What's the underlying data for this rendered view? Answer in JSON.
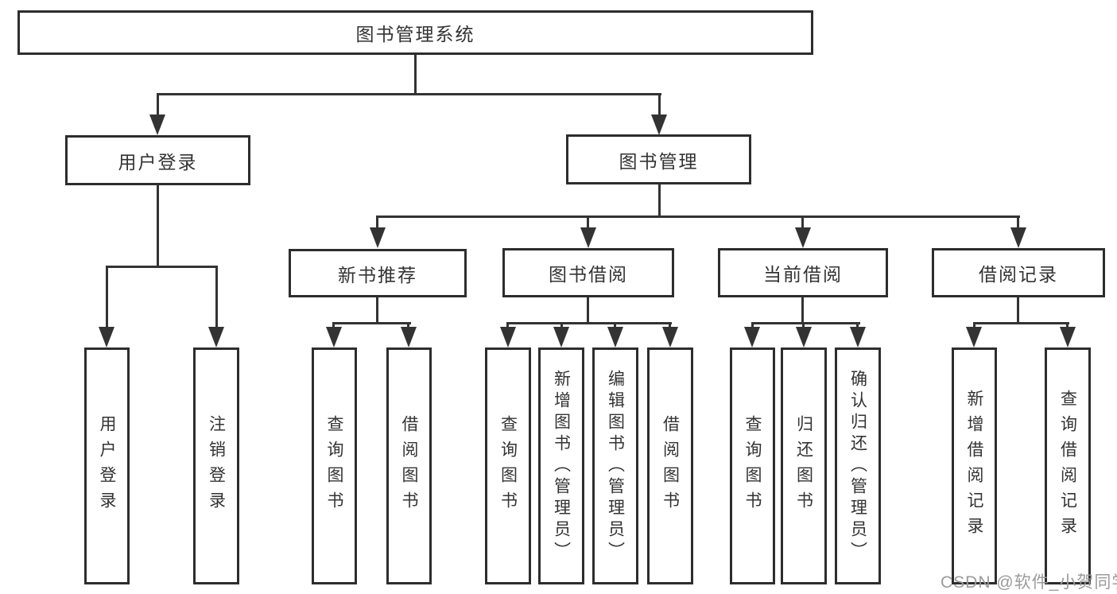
{
  "diagram": {
    "type": "tree",
    "title": "图书管理系统",
    "level2": [
      {
        "label": "用户登录"
      },
      {
        "label": "图书管理"
      }
    ],
    "level3": [
      {
        "label": "新书推荐"
      },
      {
        "label": "图书借阅"
      },
      {
        "label": "当前借阅"
      },
      {
        "label": "借阅记录"
      }
    ],
    "leaves": {
      "user_login": [
        "用户登录",
        "注销登录"
      ],
      "new_book": [
        "查询图书",
        "借阅图书"
      ],
      "book_borrow": [
        "查询图书",
        "新增图书（管理员）",
        "编辑图书（管理员）",
        "借阅图书"
      ],
      "current_borrow": [
        "查询图书",
        "归还图书",
        "确认归还（管理员）"
      ],
      "borrow_record": [
        "新增借阅记录",
        "查询借阅记录"
      ]
    }
  },
  "watermark": {
    "text": "CSDN @软件_小贺同学",
    "color": "#9b9b9b"
  },
  "colors": {
    "line": "#333333",
    "border": "#2d2d2d",
    "text": "#333333",
    "background": "#ffffff"
  }
}
